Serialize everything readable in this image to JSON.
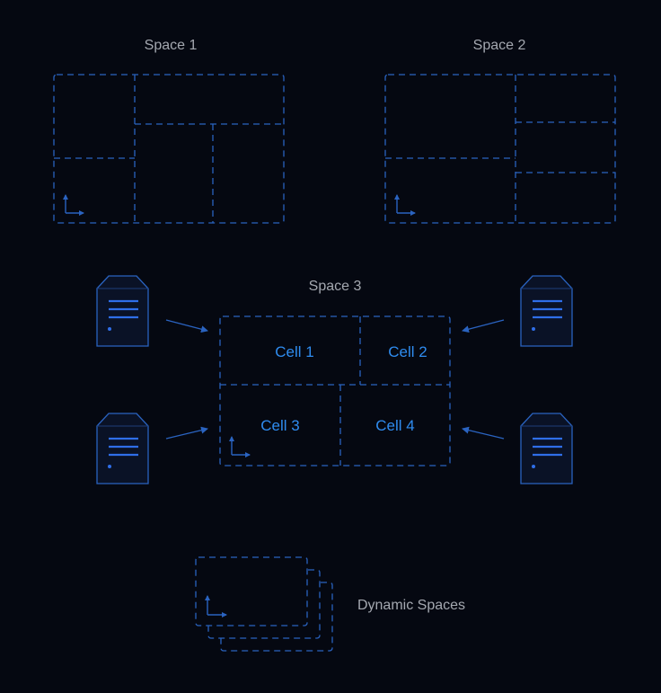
{
  "colors": {
    "background": "#050811",
    "dashed_line": "#2a63c0",
    "label_text": "#a4a8b0",
    "cell_text": "#2f8cf0",
    "server_body": "#0a1226",
    "server_stroke": "#2a63c0",
    "server_lines": "#2f6ee8"
  },
  "spaces": {
    "space1": {
      "title": "Space 1"
    },
    "space2": {
      "title": "Space 2"
    },
    "space3": {
      "title": "Space 3",
      "cells": [
        "Cell 1",
        "Cell 2",
        "Cell 3",
        "Cell 4"
      ]
    },
    "dynamic": {
      "title": "Dynamic Spaces"
    }
  },
  "icons": {
    "server": "server-icon",
    "axis": "coordinate-axes-icon",
    "arrow": "arrow-icon"
  }
}
